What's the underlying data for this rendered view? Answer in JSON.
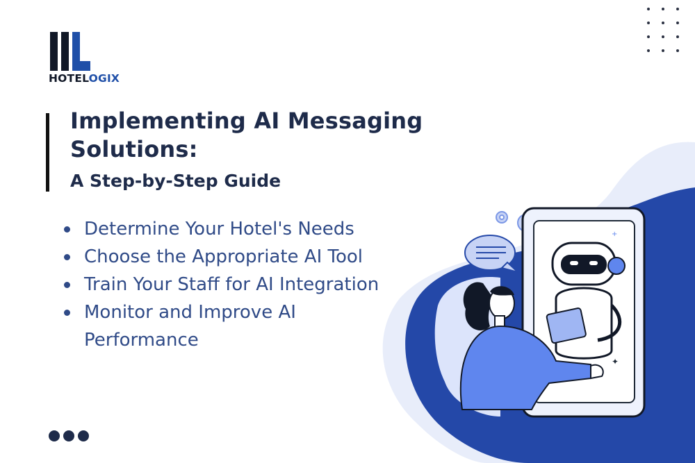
{
  "brand": {
    "name_part1": "HOTEL",
    "name_part2": "OGIX",
    "logo_icon": "hotelogix-logo-icon",
    "accent_color": "#1f4fa8",
    "dark_color": "#111827"
  },
  "heading": {
    "title": "Implementing AI Messaging Solutions:",
    "subtitle": "A Step-by-Step Guide"
  },
  "steps": [
    "Determine Your Hotel's Needs",
    "Choose the Appropriate AI Tool",
    "Train Your Staff for AI Integration",
    "Monitor and Improve AI Performance"
  ],
  "decorations": {
    "pagination": "three-dots-icon",
    "dot_grid": "dot-grid-icon",
    "illustration": "woman-chatting-with-robot-on-phone-illustration"
  },
  "colors": {
    "heading": "#1e2b4a",
    "steps": "#2f4a87",
    "blob_dark": "#2448a8",
    "blob_light": "#e8edfa",
    "accent_blue": "#5f86ee"
  }
}
